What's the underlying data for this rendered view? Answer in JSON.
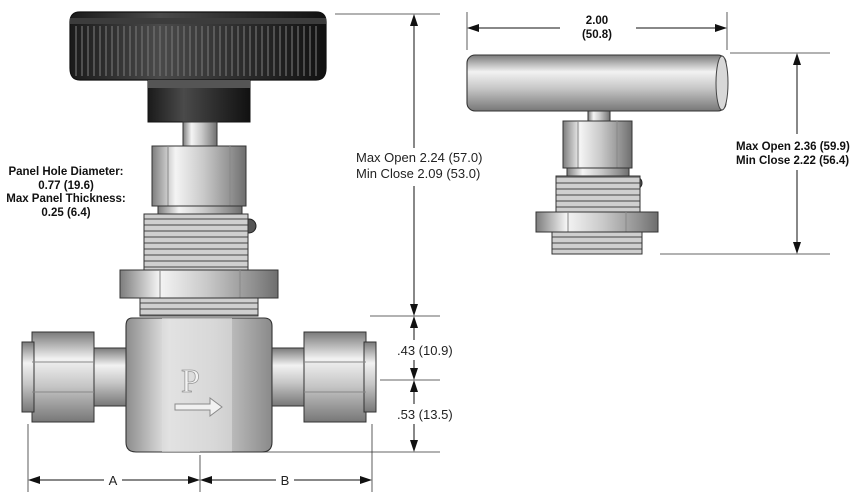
{
  "panel": {
    "hole_label": "Panel Hole Diameter:",
    "hole_value": "0.77 (19.6)",
    "thickness_label": "Max Panel Thickness:",
    "thickness_value": "0.25 (6.4)"
  },
  "left_valve": {
    "height_open": "Max Open 2.24 (57.0)",
    "height_close": "Min Close 2.09 (53.0)",
    "upper_dim": ".43 (10.9)",
    "lower_dim": ".53 (13.5)",
    "dim_a": "A",
    "dim_b": "B",
    "logo_glyph": "P"
  },
  "right_valve": {
    "width_in": "2.00",
    "width_mm": "(50.8)",
    "height_open": "Max Open 2.36 (59.9)",
    "height_close": "Min Close 2.22 (56.4)"
  },
  "colors": {
    "knob": "#2b2b2b",
    "metal_dark": "#8a8a8a",
    "metal_light": "#efefef",
    "outline": "#1a1a1a"
  }
}
